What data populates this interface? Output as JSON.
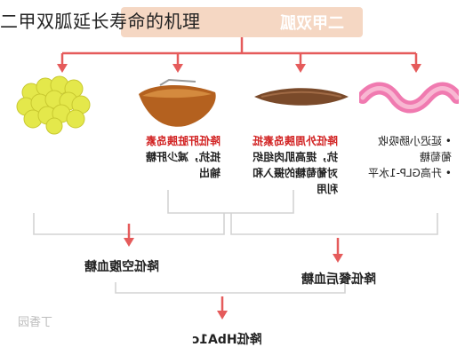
{
  "overlay_title": "二甲双胍延长寿命的机理",
  "banner": "二甲双胍",
  "mechanisms": [
    {
      "name": "fat-cells-icon"
    },
    {
      "name": "liver-icon",
      "line1_red": "降低肝脏胰岛素",
      "line2": "抵抗，减少肝糖",
      "line3": "输出"
    },
    {
      "name": "muscle-icon",
      "line1_red": "降低外周胰岛素抵",
      "line2": "抗，提高肌肉组织",
      "line3": "对葡萄糖的摄入和",
      "line4": "利用"
    },
    {
      "name": "intestine-icon",
      "line1": "• 延迟小肠吸收",
      "line2": "葡萄糖",
      "line3": "• 升高GLP-1水平"
    }
  ],
  "results": {
    "fasting": "降低空腹血糖",
    "postprandial": "降低餐后血糖",
    "hba1c": "降低HbA1c"
  },
  "watermark": "丁香园",
  "colors": {
    "arrow": "#e55b5b",
    "bracket": "#d3d3d3",
    "red_text": "#d22424",
    "banner": "#f5d7c3"
  }
}
